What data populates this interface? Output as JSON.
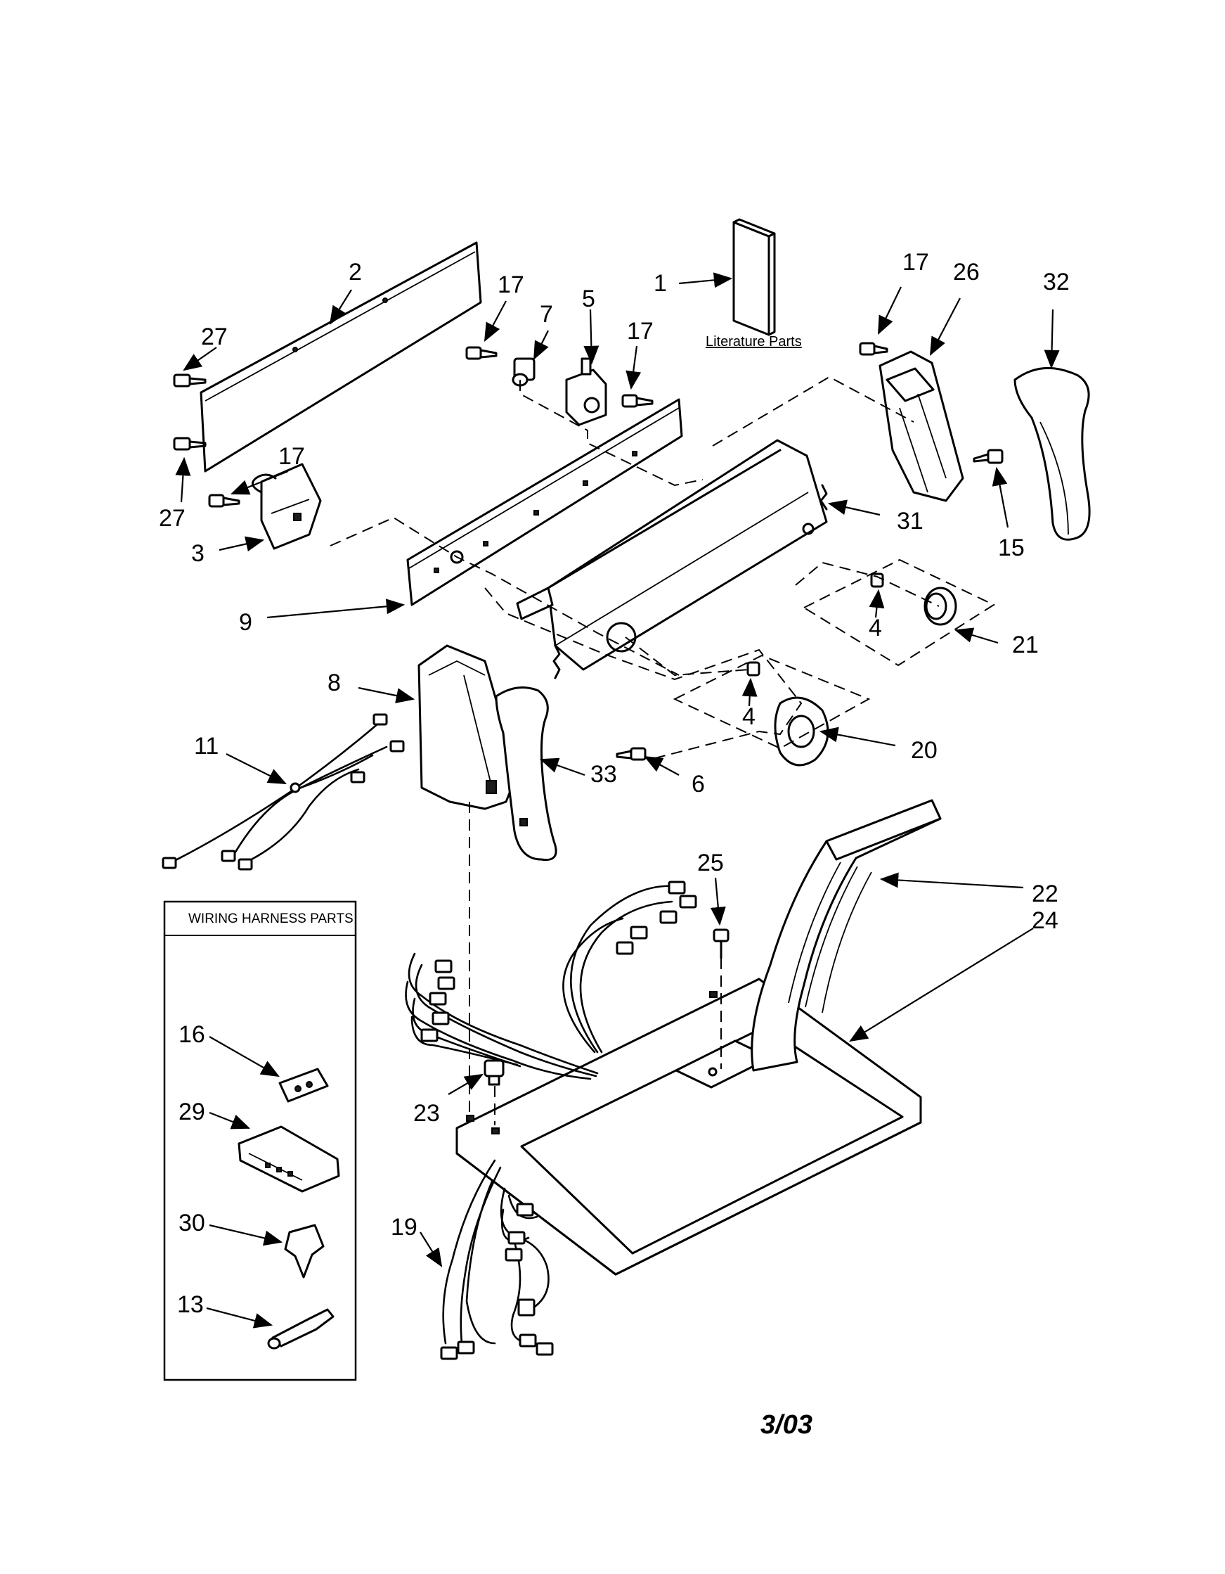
{
  "callouts": [
    {
      "id": "c1",
      "label": "1"
    },
    {
      "id": "c2",
      "label": "2"
    },
    {
      "id": "c3",
      "label": "3"
    },
    {
      "id": "c4a",
      "label": "4"
    },
    {
      "id": "c4b",
      "label": "4"
    },
    {
      "id": "c5",
      "label": "5"
    },
    {
      "id": "c6",
      "label": "6"
    },
    {
      "id": "c7",
      "label": "7"
    },
    {
      "id": "c8",
      "label": "8"
    },
    {
      "id": "c9",
      "label": "9"
    },
    {
      "id": "c11",
      "label": "11"
    },
    {
      "id": "c13",
      "label": "13"
    },
    {
      "id": "c15",
      "label": "15"
    },
    {
      "id": "c16",
      "label": "16"
    },
    {
      "id": "c17a",
      "label": "17"
    },
    {
      "id": "c17b",
      "label": "17"
    },
    {
      "id": "c17c",
      "label": "17"
    },
    {
      "id": "c17d",
      "label": "17"
    },
    {
      "id": "c19",
      "label": "19"
    },
    {
      "id": "c20",
      "label": "20"
    },
    {
      "id": "c21",
      "label": "21"
    },
    {
      "id": "c22",
      "label": "22"
    },
    {
      "id": "c23",
      "label": "23"
    },
    {
      "id": "c24",
      "label": "24"
    },
    {
      "id": "c25",
      "label": "25"
    },
    {
      "id": "c26",
      "label": "26"
    },
    {
      "id": "c27a",
      "label": "27"
    },
    {
      "id": "c27b",
      "label": "27"
    },
    {
      "id": "c29",
      "label": "29"
    },
    {
      "id": "c30",
      "label": "30"
    },
    {
      "id": "c31",
      "label": "31"
    },
    {
      "id": "c32",
      "label": "32"
    },
    {
      "id": "c33",
      "label": "33"
    }
  ],
  "literature_label": "Literature Parts",
  "wiring_box_title": "WIRING HARNESS PARTS",
  "revision_date": "3/03"
}
